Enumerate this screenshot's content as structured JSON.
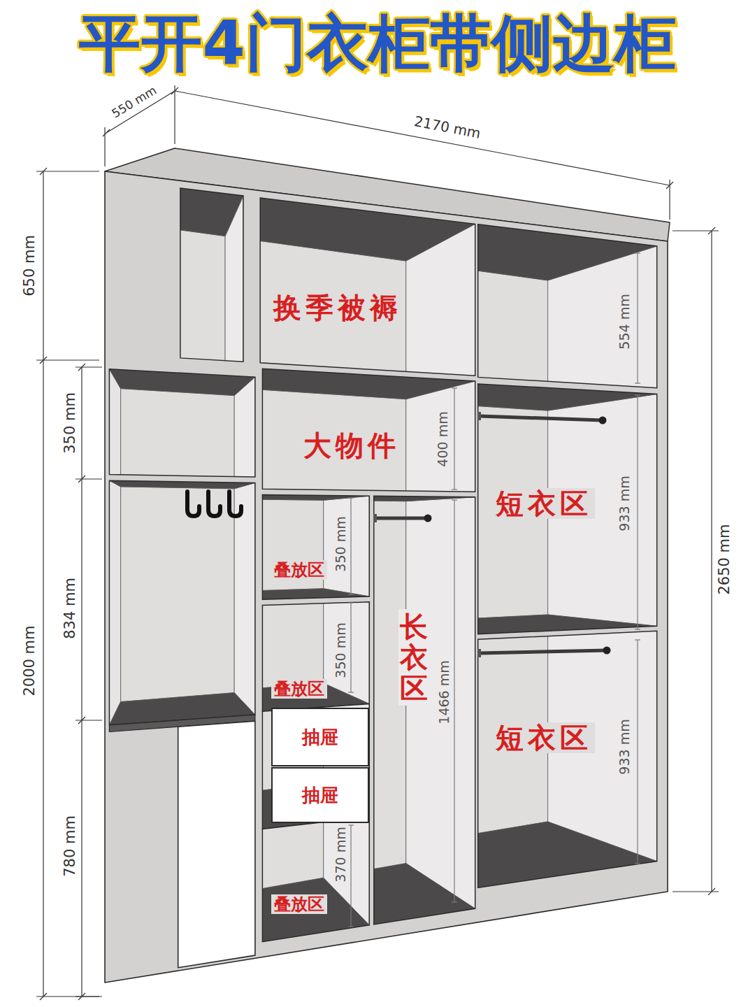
{
  "diagram": {
    "title": "平开4门衣柜带侧边柜",
    "nodes": [
      {
        "text": [
          "抽屉"
        ]
      },
      {
        "text": [
          "抽屉"
        ]
      }
    ],
    "labels": [
      "550 mm",
      "2170 mm",
      "650 mm",
      "换季被褥",
      "554 mm",
      "350 mm",
      "大物件",
      "400 mm",
      "短衣区",
      "933 mm",
      "350 mm",
      "叠放区",
      "834 mm",
      "长衣区",
      "1466 mm",
      "2000 mm",
      "350 mm",
      "叠放区",
      "933 mm",
      "短衣区",
      "780 mm",
      "370 mm",
      "叠放区",
      "2650 mm"
    ]
  }
}
